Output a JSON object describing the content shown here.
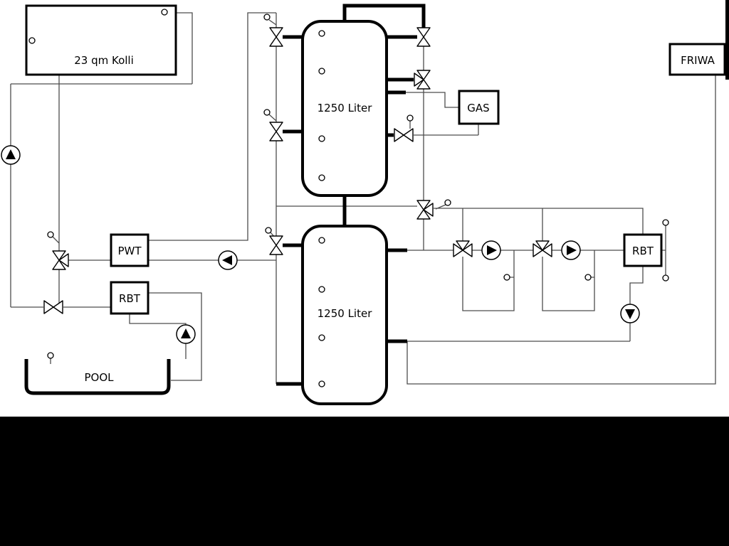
{
  "labels": {
    "collector": "23 qm Kolli",
    "tank_top": "1250 Liter",
    "tank_bottom": "1250 Liter",
    "pwt": "PWT",
    "rbt_left": "RBT",
    "rbt_right": "RBT",
    "gas": "GAS",
    "friwa": "FRIWA",
    "pool": "POOL"
  },
  "colors": {
    "background": "#ffffff",
    "mask": "#000000",
    "pipe_thin": "#4d4d4d",
    "pipe_thick": "#000000",
    "symbol_fill": "#ffffff",
    "symbol_stroke": "#000000"
  }
}
